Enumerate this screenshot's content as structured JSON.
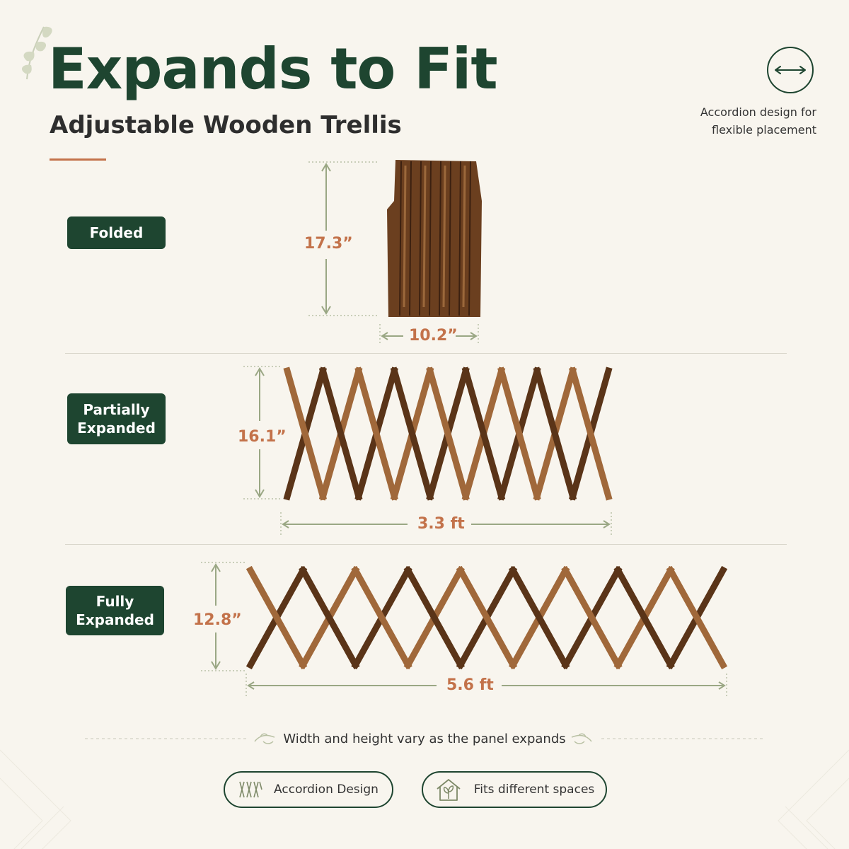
{
  "header": {
    "title": "Expands to Fit",
    "subtitle": "Adjustable Wooden Trellis",
    "corner_note_line1": "Accordion design for",
    "corner_note_line2": "flexible placement",
    "corner_icon": "double-arrow-icon"
  },
  "states": [
    {
      "label": "Folded",
      "height": "17.3”",
      "width": "10.2”"
    },
    {
      "label_line1": "Partially",
      "label_line2": "Expanded",
      "height": "16.1”",
      "width": "3.3 ft"
    },
    {
      "label_line1": "Fully",
      "label_line2": "Expanded",
      "height": "12.8”",
      "width": "5.6 ft"
    }
  ],
  "footer": {
    "note": "Width and height vary as the panel expands",
    "features": [
      {
        "label": "Accordion Design",
        "icon": "accordion-icon"
      },
      {
        "label": "Fits different spaces",
        "icon": "house-plant-icon"
      }
    ]
  },
  "colors": {
    "brand_green": "#1e4530",
    "dimension_orange": "#c3724a",
    "background": "#f8f5ee",
    "guide_green": "#9aa784",
    "wood_dark": "#5a3418",
    "wood_light": "#a0683a"
  }
}
